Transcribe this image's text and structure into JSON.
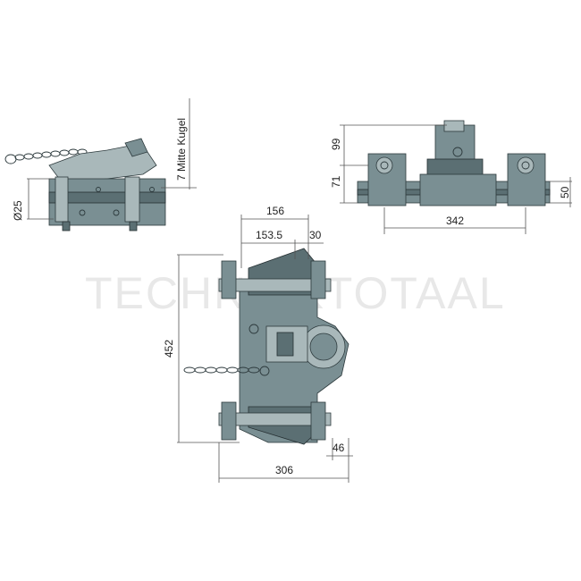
{
  "watermark": "TECHNIEKTOTAAL",
  "dimensions": {
    "diameter_label": "Ø25",
    "ball_center_label": "7 Mitte Kugel",
    "front_height_upper": "99",
    "front_height_lower": "71",
    "front_width": "342",
    "front_side_height": "50",
    "top_width_outer": "156",
    "top_width_inner": "153.5",
    "top_offset": "30",
    "top_height": "452",
    "top_bottom_width": "306",
    "top_bottom_offset": "46"
  }
}
